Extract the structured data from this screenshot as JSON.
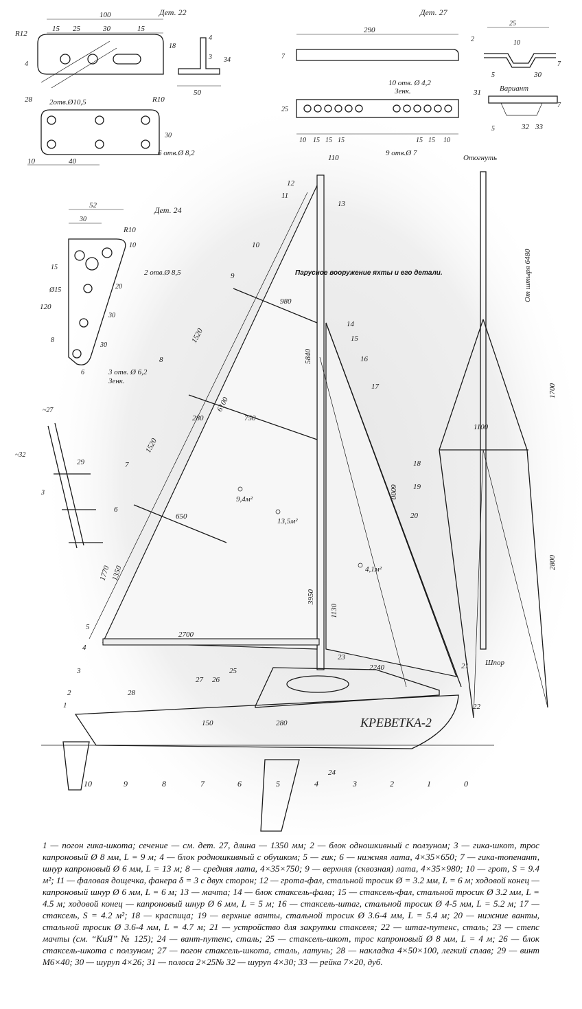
{
  "caption": "Парусное вооружение яхты и его детали.",
  "details": {
    "det22": "Дет. 22",
    "det27": "Дет. 27",
    "det24": "Дет. 24",
    "variant": "Вариант",
    "otognut": "Отогнуть",
    "det22_holes_top": "2отв.Ø10,5",
    "det22_holes_bottom": "6 отв.Ø 8,2",
    "det22_r12": "R12",
    "det22_r10": "R10",
    "det27_holes_a": "10 отв. Ø 4,2",
    "det27_holes_a2": "Зенк.",
    "det27_holes_b": "9 отв.Ø 7",
    "det24_holes_a": "2 отв.Ø 8,5",
    "det24_holes_b": "3 отв. Ø 6,2",
    "det24_holes_b2": "Зенк.",
    "det24_r10": "R10"
  },
  "dimensions": {
    "d100": "100",
    "d15a": "15",
    "d25a": "25",
    "d30a": "30",
    "d15b": "15",
    "d4a": "4",
    "d18": "18",
    "d34": "34",
    "d3": "3",
    "d50": "50",
    "d28": "28",
    "d30b": "30",
    "d10a": "10",
    "d40": "40",
    "d4b": "4",
    "d290": "290",
    "d7a": "7",
    "d25b": "25",
    "d2": "2",
    "d10b": "10",
    "d25c": "25",
    "d5a": "5",
    "d7b": "7",
    "d10c": "10",
    "d15c": "15",
    "d15d": "15",
    "d15e": "15",
    "d15f": "15",
    "d15g": "15",
    "d10d": "10",
    "d5b": "5",
    "d7c": "7",
    "d52": "52",
    "d30c": "30",
    "d10e": "10",
    "d15h": "15",
    "dphi15": "Ø15",
    "d120": "120",
    "d20": "20",
    "d30d": "30",
    "d30e": "30",
    "d8": "8",
    "d6": "6",
    "d27": "~27",
    "d32": "~32",
    "d3b": "3",
    "d110": "110",
    "d5840": "5840",
    "d6100": "6100",
    "d1520a": "1520",
    "d1520b": "1520",
    "d980": "980",
    "d750": "750",
    "d280a": "280",
    "d650": "650",
    "d1770": "1770",
    "d1350": "1350",
    "d2700": "2700",
    "d3950": "3950",
    "d1130": "1130",
    "d2240": "2240",
    "d6000": "6000",
    "d150": "150",
    "d280b": "280",
    "d6480": "От штыря 6480",
    "d1700": "1700",
    "d1100": "1100",
    "d2800": "2800",
    "area_main1": "9,4м²",
    "area_main2": "13,5м²",
    "area_jib": "4,1м²",
    "shpor": "Шпор",
    "boat_name": "КРЕВЕТКА-2"
  },
  "callouts": [
    "1",
    "2",
    "3",
    "4",
    "5",
    "6",
    "7",
    "8",
    "9",
    "10",
    "11",
    "12",
    "13",
    "14",
    "15",
    "16",
    "17",
    "18",
    "19",
    "20",
    "21",
    "22",
    "23",
    "24",
    "25",
    "26",
    "27",
    "28",
    "29",
    "30",
    "31",
    "32",
    "33"
  ],
  "stations": [
    "10",
    "9",
    "8",
    "7",
    "6",
    "5",
    "4",
    "3",
    "2",
    "1",
    "0"
  ],
  "legend": "1 — погон гика-шкота; сечение — см. дет. 27, длина — 1350 мм; 2 — блок одношкивный с ползуном; 3 — гика-шкот, трос капроновый Ø 8 мм, L = 9 м; 4 — блок родношкивный с обушком; 5 — гик; 6 — нижняя лата, 4×35×650; 7 — гика-топенант, шнур капроновый Ø 6 мм, L = 13 м; 8 — средняя лата, 4×35×750; 9 — верхняя (сквозная) лата, 4×35×980; 10 — грот, S = 9.4 м²; 11 — фаловая дощечка, фанера δ = 3 с двух сторон; 12 — грота-фал, стальной тросик Ø = 3.2 мм, L = 6 м; ходовой конец — капроновый шнур Ø 6 мм, L = 6 м; 13 — мачта; 14 — блок стаксель-фала; 15 — стаксель-фал, стальной тросик Ø 3.2 мм, L = 4.5 м; ходовой конец — капроновый шнур Ø 6 мм, L = 5 м; 16 — стаксель-штаг, стальной тросик Ø 4-5 мм, L = 5.2 м; 17 — стаксель, S = 4.2 м²; 18 — краспица; 19 — верхние ванты, стальной тросик Ø 3.6-4 мм, L = 5.4 м; 20 — нижние ванты, стальной тросик Ø 3.6-4 мм, L = 4.7 м; 21 — устройство для закрутки стакселя; 22 — штаг-путенс, сталь; 23 — степс мачты (см. “КиЯ” № 125); 24 — вант-путенс, сталь; 25 — стаксель-шкот, трос капроновый Ø 8 мм, L = 4 м; 26 — блок стаксель-шкота с ползуном; 27 — погон стаксель-шкота, сталь, латунь; 28 — накладка 4×50×100, легкий сплав; 29 — винт М6×40; 30 — шуруп 4×26; 31 — полоса 2×25№ 32 — шуруп 4×30; 33 — рейка 7×20, дуб."
}
